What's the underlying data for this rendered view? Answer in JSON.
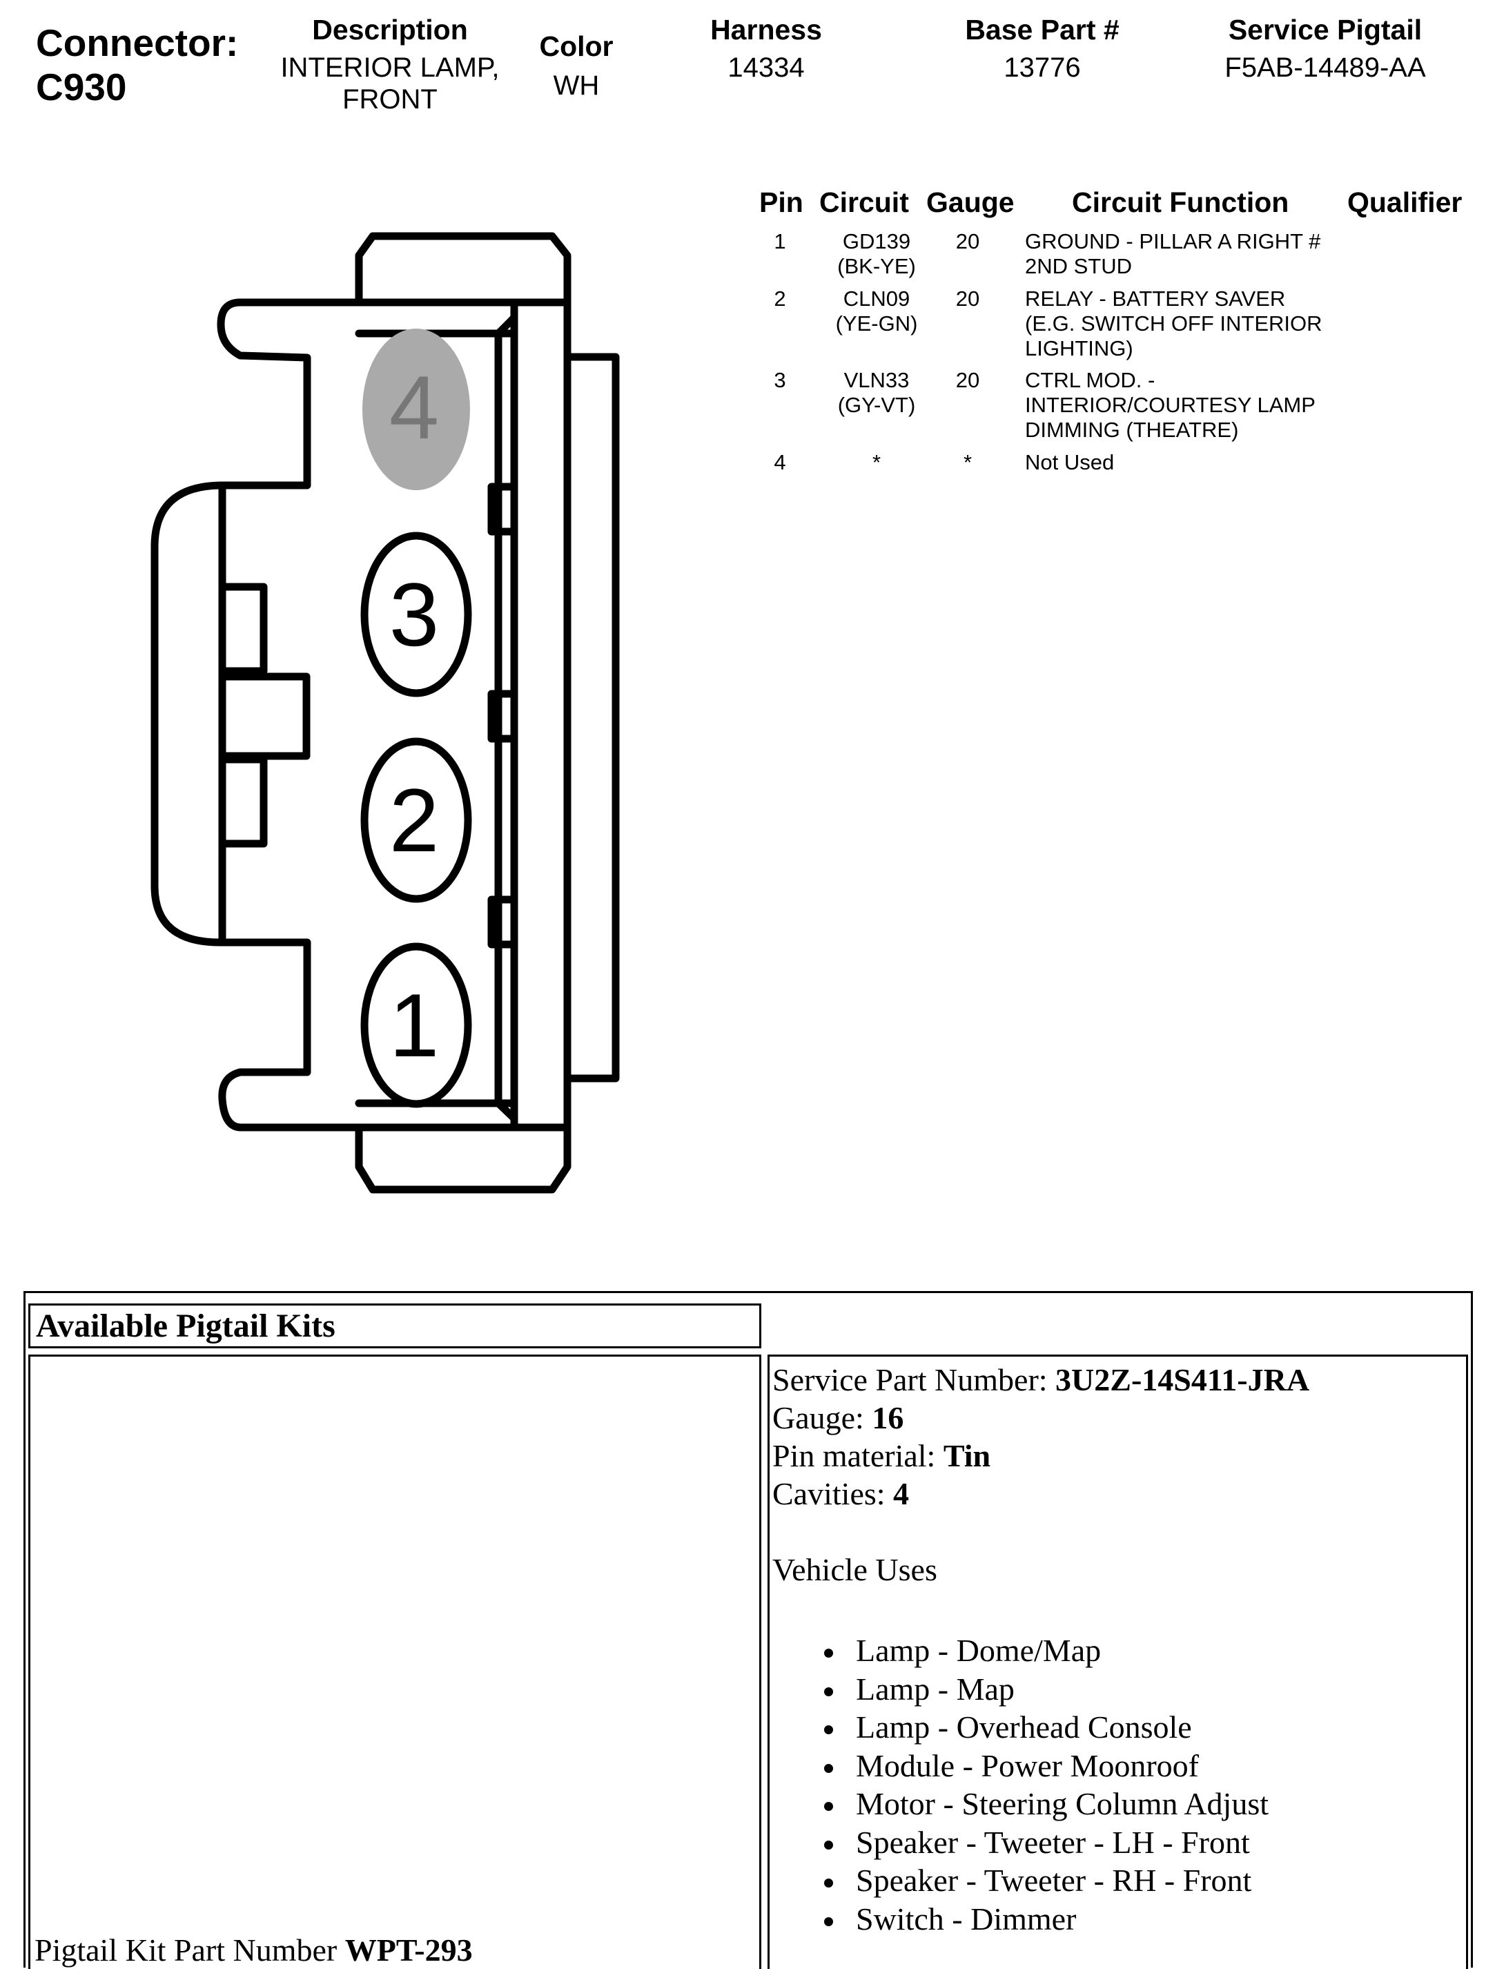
{
  "header": {
    "connector_label": "Connector:",
    "connector_id": "C930",
    "description_label": "Description",
    "description_value_1": "INTERIOR LAMP,",
    "description_value_2": "FRONT",
    "color_label": "Color",
    "color_value": "WH",
    "harness_label": "Harness",
    "harness_value": "14334",
    "base_part_label": "Base Part #",
    "base_part_value": "13776",
    "service_pigtail_label": "Service Pigtail",
    "service_pigtail_value": "F5AB-14489-AA"
  },
  "pin_table": {
    "headers": {
      "pin": "Pin",
      "circuit": "Circuit",
      "gauge": "Gauge",
      "function": "Circuit Function",
      "qualifier": "Qualifier"
    },
    "rows": [
      {
        "pin": "1",
        "circuit_1": "GD139",
        "circuit_2": "(BK-YE)",
        "gauge": "20",
        "function_1": "GROUND - PILLAR A RIGHT #",
        "function_2": "2ND STUD",
        "function_3": ""
      },
      {
        "pin": "2",
        "circuit_1": "CLN09",
        "circuit_2": "(YE-GN)",
        "gauge": "20",
        "function_1": "RELAY - BATTERY SAVER",
        "function_2": "(E.G. SWITCH OFF INTERIOR",
        "function_3": "LIGHTING)"
      },
      {
        "pin": "3",
        "circuit_1": "VLN33",
        "circuit_2": "(GY-VT)",
        "gauge": "20",
        "function_1": "CTRL MOD. -",
        "function_2": "INTERIOR/COURTESY LAMP",
        "function_3": "DIMMING (THEATRE)"
      },
      {
        "pin": "4",
        "circuit_1": "*",
        "circuit_2": "",
        "gauge": "*",
        "function_1": "Not Used",
        "function_2": "",
        "function_3": ""
      }
    ]
  },
  "diagram": {
    "cavity_labels": [
      "4",
      "3",
      "2",
      "1"
    ],
    "unused_cavity_color": "#aaaaaa"
  },
  "pigtail": {
    "section_title": "Available Pigtail Kits",
    "kit_part_label": "Pigtail Kit Part Number ",
    "kit_part_value": "WPT-293",
    "service_part_label": "Service Part Number: ",
    "service_part_value": "3U2Z-14S411-JRA",
    "gauge_label": "Gauge: ",
    "gauge_value": "16",
    "pin_material_label": "Pin material: ",
    "pin_material_value": "Tin",
    "cavities_label": "Cavities: ",
    "cavities_value": "4",
    "vehicle_uses_label": "Vehicle Uses",
    "vehicle_uses": [
      "Lamp - Dome/Map",
      "Lamp - Map",
      "Lamp - Overhead Console",
      "Module - Power Moonroof",
      "Motor - Steering Column Adjust",
      "Speaker - Tweeter - LH - Front",
      "Speaker - Tweeter - RH - Front",
      "Switch - Dimmer"
    ]
  }
}
